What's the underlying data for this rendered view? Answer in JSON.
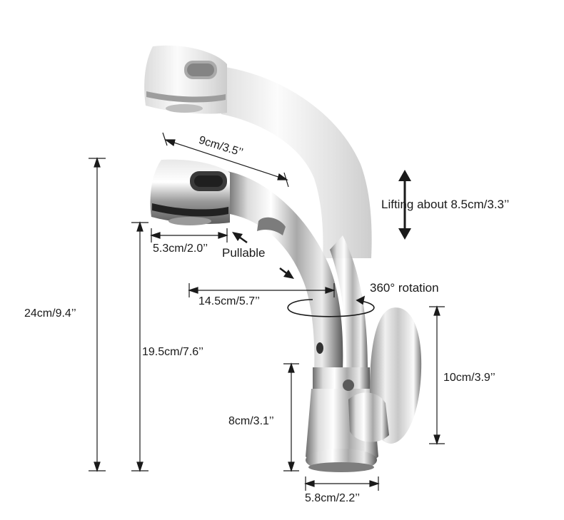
{
  "dimensions": {
    "spray_head_length": "9cm/3.5’’",
    "spray_head_width": "5.3cm/2.0’’",
    "total_height": "24cm/9.4’’",
    "spout_height": "19.5cm/7.6’’",
    "spout_reach": "14.5cm/5.7’’",
    "handle_height": "10cm/3.9’’",
    "body_height": "8cm/3.1’’",
    "base_diameter": "5.8cm/2.2’’"
  },
  "features": {
    "lifting": "Lifting about 8.5cm/3.3’’",
    "pullable": "Pullable",
    "rotation": "360° rotation"
  },
  "colors": {
    "line": "#1a1a1a",
    "chrome_light": "#f4f4f4",
    "chrome_mid": "#b8b8b8",
    "chrome_dark": "#4a4a4a"
  }
}
